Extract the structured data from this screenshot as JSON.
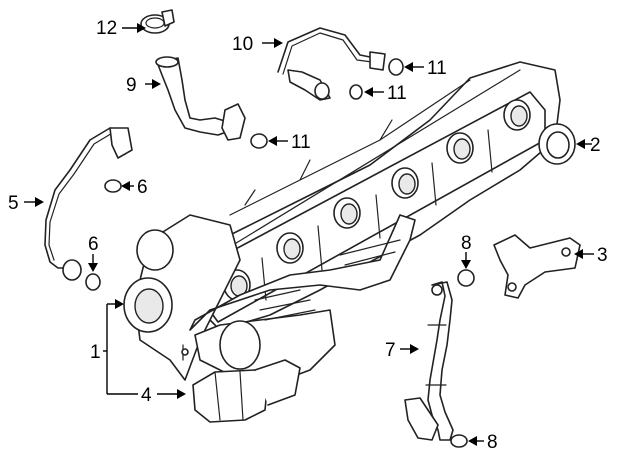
{
  "callouts": [
    {
      "id": "c1",
      "label": "1"
    },
    {
      "id": "c2",
      "label": "2"
    },
    {
      "id": "c3",
      "label": "3"
    },
    {
      "id": "c4",
      "label": "4"
    },
    {
      "id": "c5",
      "label": "5"
    },
    {
      "id": "c6a",
      "label": "6"
    },
    {
      "id": "c6b",
      "label": "6"
    },
    {
      "id": "c7",
      "label": "7"
    },
    {
      "id": "c8a",
      "label": "8"
    },
    {
      "id": "c8b",
      "label": "8"
    },
    {
      "id": "c9",
      "label": "9"
    },
    {
      "id": "c10",
      "label": "10"
    },
    {
      "id": "c11a",
      "label": "11"
    },
    {
      "id": "c11b",
      "label": "11"
    },
    {
      "id": "c11c",
      "label": "11"
    },
    {
      "id": "c12",
      "label": "12"
    }
  ]
}
